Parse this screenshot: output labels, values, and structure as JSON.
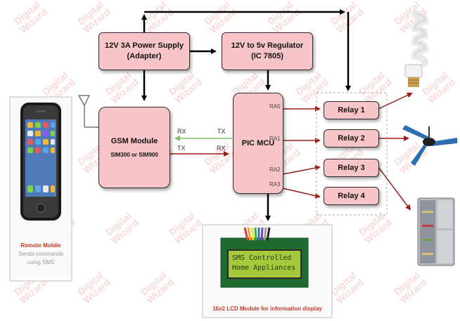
{
  "blocks": {
    "power_supply": {
      "line1": "12V 3A Power Supply",
      "line2": "(Adapter)"
    },
    "regulator": {
      "line1": "12V to 5v Regulator",
      "line2": "(IC 7805)"
    },
    "gsm": {
      "line1": "GSM Module",
      "line2": "SIM300  or SIM900"
    },
    "mcu": {
      "label": "PIC MCU"
    },
    "relays": [
      "Relay 1",
      "Relay 2",
      "Relay 3",
      "Relay 4"
    ]
  },
  "pins": [
    "RA0",
    "RA1",
    "RA2",
    "RA3"
  ],
  "signals": {
    "rx_left": "RX",
    "tx_right": "TX",
    "tx_left": "TX",
    "rx_right": "RX"
  },
  "remote": {
    "title": "Remote Mobile",
    "line2": "Sends commands",
    "line3": "using SMS"
  },
  "lcd": {
    "line1": "SMS Controlled",
    "line2": "Home Appliances",
    "caption": "16x2 LCD Module for information display"
  },
  "watermark": {
    "line1": "Digital",
    "line2": "Wizard"
  },
  "colors": {
    "box_fill": "#f7c5c7",
    "arrow_dark": "#000000",
    "arrow_red": "#9b1c1c",
    "arrow_green": "#7cc06a",
    "caption_red": "#c0392b",
    "lcd_green": "#a6c83c"
  }
}
